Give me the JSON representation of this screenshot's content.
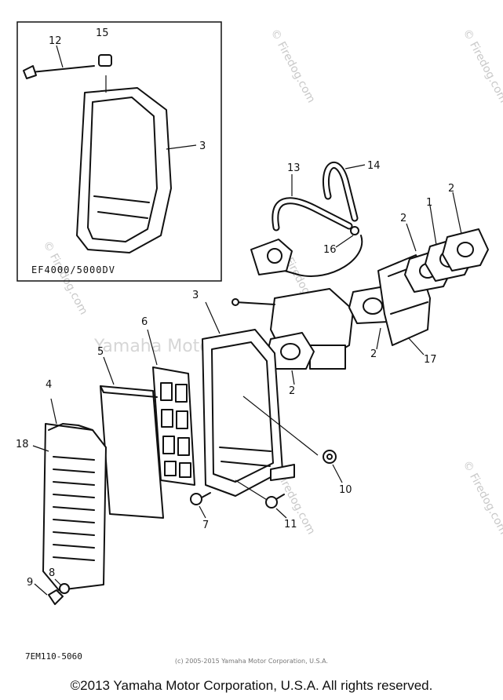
{
  "inset": {
    "caption": "EF4000/5000DV",
    "labels": {
      "p12": "12",
      "p15": "15",
      "p3": "3"
    }
  },
  "labels": {
    "p1": "1",
    "p2a": "2",
    "p2b": "2",
    "p2c": "2",
    "p2d": "2",
    "p3": "3",
    "p4": "4",
    "p5": "5",
    "p6": "6",
    "p7": "7",
    "p8": "8",
    "p9": "9",
    "p10": "10",
    "p11": "11",
    "p13": "13",
    "p14": "14",
    "p16": "16",
    "p17": "17",
    "p18": "18"
  },
  "watermarks": {
    "firedog": "© Firedog.com",
    "yamaha": "Yamaha Motor Corp., U.S.A."
  },
  "diagram_code": "7EM110-5060",
  "small_copyright": "(c) 2005-2015 Yamaha Motor Corporation, U.S.A.",
  "copyright": "©2013 Yamaha Motor Corporation, U.S.A. All rights reserved."
}
